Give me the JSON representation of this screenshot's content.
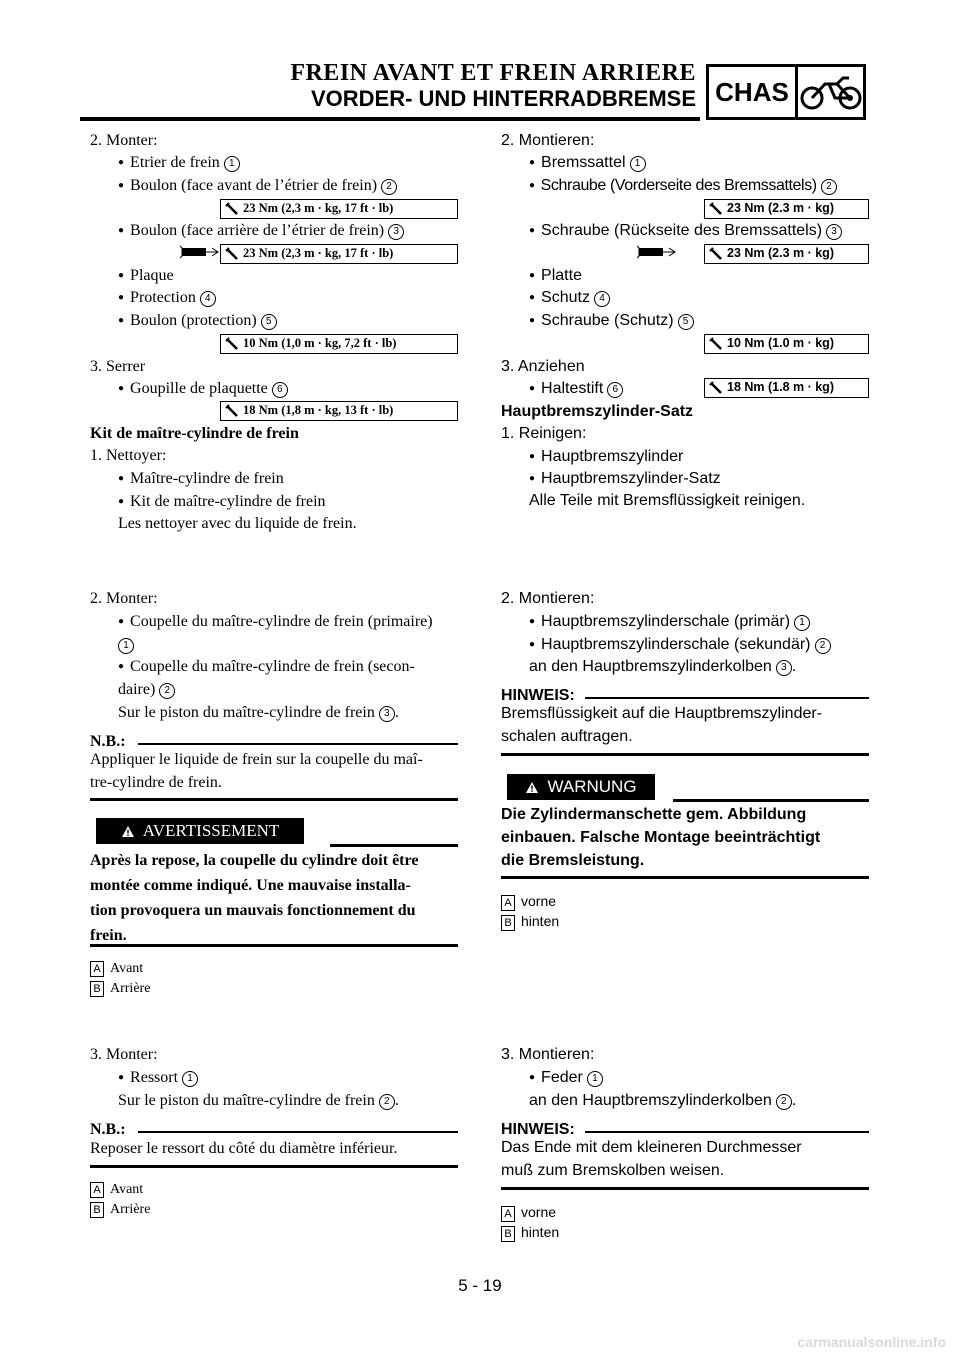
{
  "header": {
    "title_fr": "FREIN AVANT ET FREIN ARRIERE",
    "title_de": "VORDER- UND HINTERRADBREMSE",
    "section": "CHAS",
    "section_icon": "motorcycle-icon"
  },
  "fr": {
    "s1_step2": "2.  Monter:",
    "s1_i1": "Etrier de frein",
    "s1_i2": "Boulon (face avant de l’étrier de frein)",
    "s1_t1": "23 Nm (2,3 m · kg, 17 ft · lb)",
    "s1_i3": "Boulon (face arrière de l’étrier de frein)",
    "s1_t2": "23 Nm (2,3 m · kg, 17 ft · lb)",
    "s1_i4": "Plaque",
    "s1_i5": "Protection",
    "s1_i6": "Boulon (protection)",
    "s1_t3": "10 Nm (1,0 m · kg, 7,2 ft · lb)",
    "s1_step3": "3.  Serrer",
    "s1_i7": "Goupille de plaquette",
    "s1_t4": "18 Nm (1,8 m · kg, 13 ft · lb)",
    "s2_heading": "Kit de maître-cylindre de frein",
    "s2_step1": "1.  Nettoyer:",
    "s2_i1": "Maître-cylindre de frein",
    "s2_i2": "Kit de maître-cylindre de frein",
    "s2_i3": "Les nettoyer avec du liquide de frein.",
    "s3_step2": "2.  Monter:",
    "s3_i1a": "Coupelle du maître-cylindre de frein (primaire)",
    "s3_i2a": "Coupelle  du  maître-cylindre  de  frein  (secon-",
    "s3_i2b": "daire)",
    "s3_i3": "Sur le piston du maître-cylindre de frein",
    "s3_nb": "N.B.:",
    "s3_nb_l1": "Appliquer le liquide de frein sur la coupelle du maî-",
    "s3_nb_l2": "tre-cylindre de frein.",
    "s3_warn": "AVERTISSEMENT",
    "s3_warn_l1": "Après la repose, la coupelle du cylindre doit être",
    "s3_warn_l2": "montée comme indiqué. Une mauvaise installa-",
    "s3_warn_l3": "tion provoquera un mauvais fonctionnement du",
    "s3_warn_l4": "frein.",
    "s3_a": "Avant",
    "s3_b": "Arrière",
    "s4_step3": "3.  Monter:",
    "s4_i1": "Ressort",
    "s4_i2": "Sur le piston du maître-cylindre de frein",
    "s4_nb": "N.B.:",
    "s4_nb_l1": "Reposer le ressort du côté du diamètre inférieur.",
    "s4_a": "Avant",
    "s4_b": "Arrière"
  },
  "de": {
    "s1_step2": "2.  Montieren:",
    "s1_i1": "Bremssattel",
    "s1_i2": "Schraube (Vorderseite des Bremssattels)",
    "s1_t1": "23 Nm (2.3 m · kg)",
    "s1_i3": "Schraube (Rückseite des Bremssattels)",
    "s1_t2": "23 Nm (2.3 m · kg)",
    "s1_i4": "Platte",
    "s1_i5": "Schutz",
    "s1_i6": "Schraube (Schutz)",
    "s1_t3": "10 Nm (1.0 m · kg)",
    "s1_step3": "3.  Anziehen",
    "s1_i7": "Haltestift",
    "s1_t4": "18 Nm (1.8 m · kg)",
    "s2_heading": "Hauptbremszylinder-Satz",
    "s2_step1": "1.  Reinigen:",
    "s2_i1": "Hauptbremszylinder",
    "s2_i2": "Hauptbremszylinder-Satz",
    "s2_i3": "Alle Teile mit Bremsflüssigkeit reinigen.",
    "s3_step2": "2.  Montieren:",
    "s3_i1": "Hauptbremszylinderschale (primär)",
    "s3_i2": "Hauptbremszylinderschale (sekundär)",
    "s3_i3": "an den Hauptbremszylinderkolben",
    "s3_nb": "HINWEIS:",
    "s3_nb_l1": "Bremsflüssigkeit  auf  die  Hauptbremszylinder-",
    "s3_nb_l2": "schalen auftragen.",
    "s3_warn": "WARNUNG",
    "s3_warn_l1": "Die  Zylindermanschette  gem.  Abbildung",
    "s3_warn_l2": "einbauen.  Falsche  Montage  beeinträchtigt",
    "s3_warn_l3": "die Bremsleistung.",
    "s3_a": "vorne",
    "s3_b": "hinten",
    "s4_step3": "3.  Montieren:",
    "s4_i1": "Feder",
    "s4_i2": "an den Hauptbremszylinderkolben",
    "s4_nb": "HINWEIS:",
    "s4_nb_l1": "Das  Ende  mit  dem  kleineren  Durchmesser",
    "s4_nb_l2": "muß zum Bremskolben weisen.",
    "s4_a": "vorne",
    "s4_b": "hinten"
  },
  "markers": {
    "n1": "1",
    "n2": "2",
    "n3": "3",
    "n4": "4",
    "n5": "5",
    "n6": "6",
    "a": "A",
    "b": "B"
  },
  "footer": {
    "page": "5 - 19"
  },
  "watermark": "carmanualsonline.info"
}
